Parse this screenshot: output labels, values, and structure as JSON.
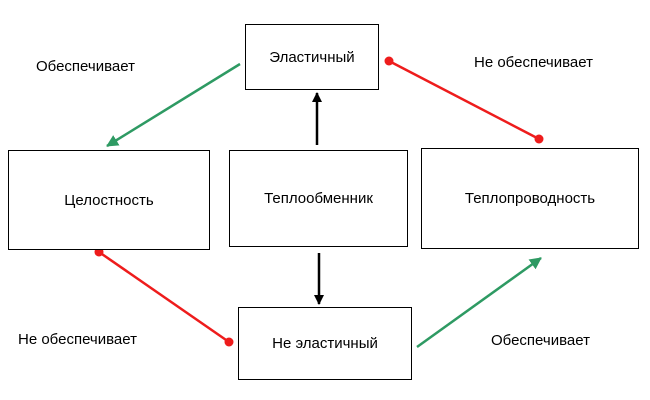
{
  "nodes": {
    "elastic": "Эластичный",
    "integrity": "Целостность",
    "heat_exchanger": "Теплообменник",
    "thermal_conductivity": "Теплопроводность",
    "non_elastic": "Не эластичный"
  },
  "edge_labels": {
    "provides_top_left": "Обеспечивает",
    "not_provides_top_right": "Не обеспечивает",
    "not_provides_bottom_left": "Не обеспечивает",
    "provides_bottom_right": "Обеспечивает"
  },
  "colors": {
    "provides": "#2e9a63",
    "not_provides": "#ee1c1c",
    "structure": "#000000"
  }
}
